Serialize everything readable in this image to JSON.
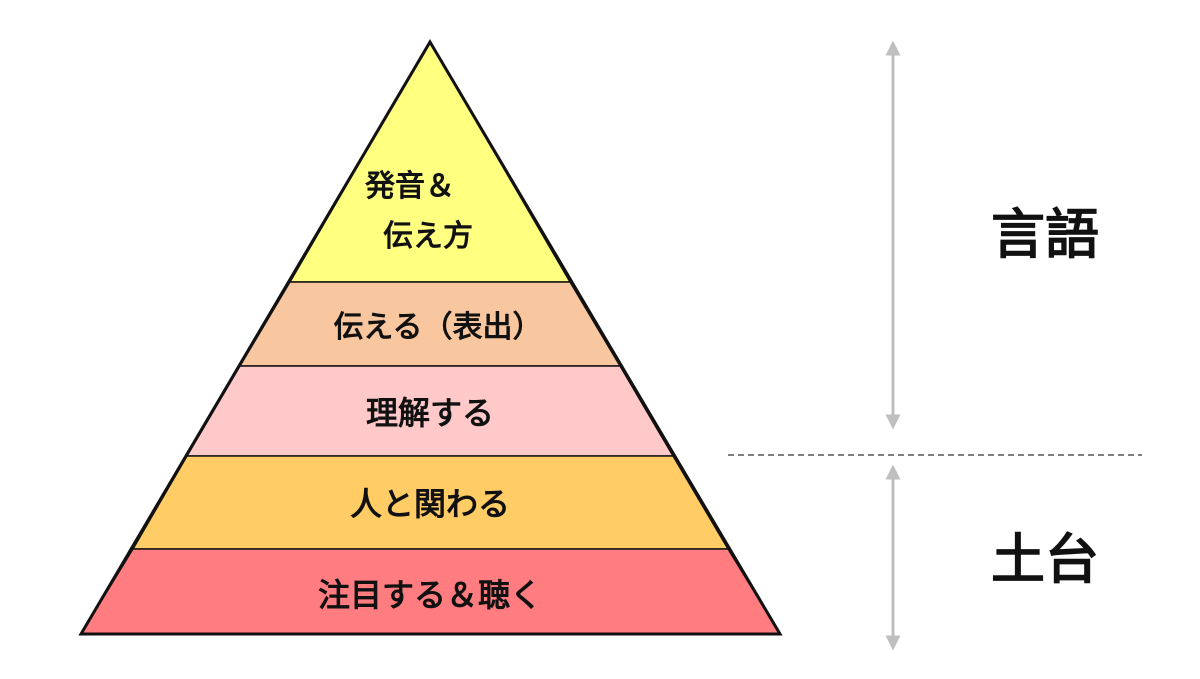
{
  "pyramid": {
    "outline_color": "#111111",
    "layers": [
      {
        "lines": [
          "発音＆",
          "伝え方"
        ],
        "color": "#FFFF80"
      },
      {
        "lines": [
          "伝える（表出）"
        ],
        "color": "#F9C79F"
      },
      {
        "lines": [
          "理解する"
        ],
        "color": "#FFC9C9"
      },
      {
        "lines": [
          "人と関わる"
        ],
        "color": "#FFCC66"
      },
      {
        "lines": [
          "注目する＆聴く"
        ],
        "color": "#FF7C80"
      }
    ]
  },
  "groups": {
    "upper_label": "言語",
    "lower_label": "土台",
    "arrow_color": "#BFBFBF",
    "divider_color": "#555555"
  }
}
